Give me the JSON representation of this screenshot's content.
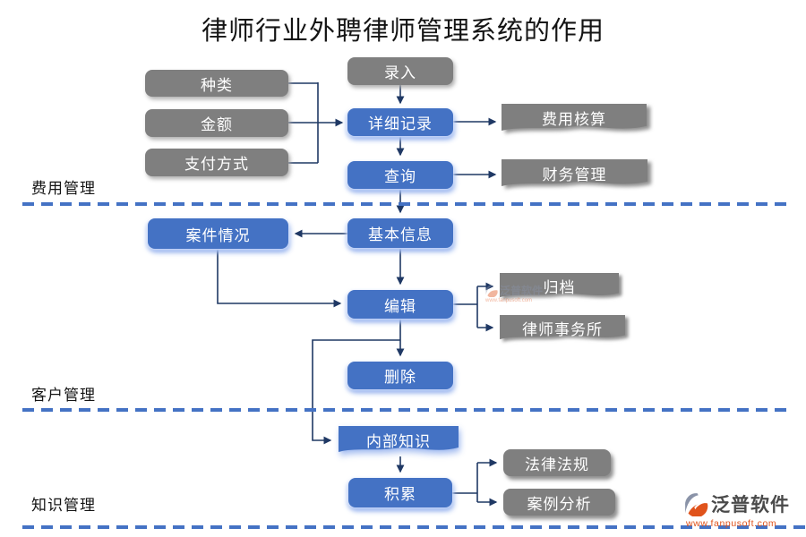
{
  "title": "律师行业外聘律师管理系统的作用",
  "sections": [
    {
      "id": "fee",
      "label": "费用管理"
    },
    {
      "id": "client",
      "label": "客户管理"
    },
    {
      "id": "knowledge",
      "label": "知识管理"
    }
  ],
  "nodes": {
    "category": {
      "label": "种类",
      "shape": "rounded",
      "color": "gray"
    },
    "amount": {
      "label": "金额",
      "shape": "rounded",
      "color": "gray"
    },
    "payment_method": {
      "label": "支付方式",
      "shape": "rounded",
      "color": "gray"
    },
    "entry": {
      "label": "录入",
      "shape": "rounded",
      "color": "gray"
    },
    "detailed_record": {
      "label": "详细记录",
      "shape": "rounded",
      "color": "blue"
    },
    "query": {
      "label": "查询",
      "shape": "rounded",
      "color": "blue"
    },
    "fee_accounting": {
      "label": "费用核算",
      "shape": "document",
      "color": "gray"
    },
    "financial_management": {
      "label": "财务管理",
      "shape": "document",
      "color": "gray"
    },
    "case_situation": {
      "label": "案件情况",
      "shape": "rounded",
      "color": "blue"
    },
    "basic_info": {
      "label": "基本信息",
      "shape": "rounded",
      "color": "blue"
    },
    "edit": {
      "label": "编辑",
      "shape": "rounded",
      "color": "blue"
    },
    "archive": {
      "label": "归档",
      "shape": "document",
      "color": "gray"
    },
    "law_firm": {
      "label": "律师事务所",
      "shape": "document",
      "color": "gray"
    },
    "delete": {
      "label": "删除",
      "shape": "rounded",
      "color": "blue"
    },
    "internal_knowledge": {
      "label": "内部知识",
      "shape": "document",
      "color": "blue"
    },
    "accumulate": {
      "label": "积累",
      "shape": "rounded",
      "color": "blue"
    },
    "laws_regulations": {
      "label": "法律法规",
      "shape": "rounded",
      "color": "gray"
    },
    "case_analysis": {
      "label": "案例分析",
      "shape": "rounded",
      "color": "gray"
    }
  },
  "edges": [
    {
      "from": "category",
      "to": "detailed_record"
    },
    {
      "from": "amount",
      "to": "detailed_record"
    },
    {
      "from": "payment_method",
      "to": "detailed_record"
    },
    {
      "from": "entry",
      "to": "detailed_record"
    },
    {
      "from": "detailed_record",
      "to": "query"
    },
    {
      "from": "detailed_record",
      "to": "fee_accounting"
    },
    {
      "from": "query",
      "to": "financial_management"
    },
    {
      "from": "query",
      "to": "basic_info"
    },
    {
      "from": "basic_info",
      "to": "case_situation"
    },
    {
      "from": "basic_info",
      "to": "edit"
    },
    {
      "from": "case_situation",
      "to": "edit"
    },
    {
      "from": "edit",
      "to": "archive"
    },
    {
      "from": "edit",
      "to": "law_firm"
    },
    {
      "from": "edit",
      "to": "delete"
    },
    {
      "from": "edit",
      "to": "internal_knowledge"
    },
    {
      "from": "internal_knowledge",
      "to": "accumulate"
    },
    {
      "from": "accumulate",
      "to": "laws_regulations"
    },
    {
      "from": "accumulate",
      "to": "case_analysis"
    }
  ],
  "logo": {
    "brand": "泛普软件",
    "url": "www.fanpusoft.com"
  },
  "watermark": {
    "brand": "泛普软件",
    "url": "www.fanpusoft.com"
  },
  "colors": {
    "node_blue": "#4472C4",
    "node_gray": "#7F7F7F",
    "line": "#1F3864",
    "divider": "#4472C4",
    "logo_orange": "#E0531C"
  }
}
